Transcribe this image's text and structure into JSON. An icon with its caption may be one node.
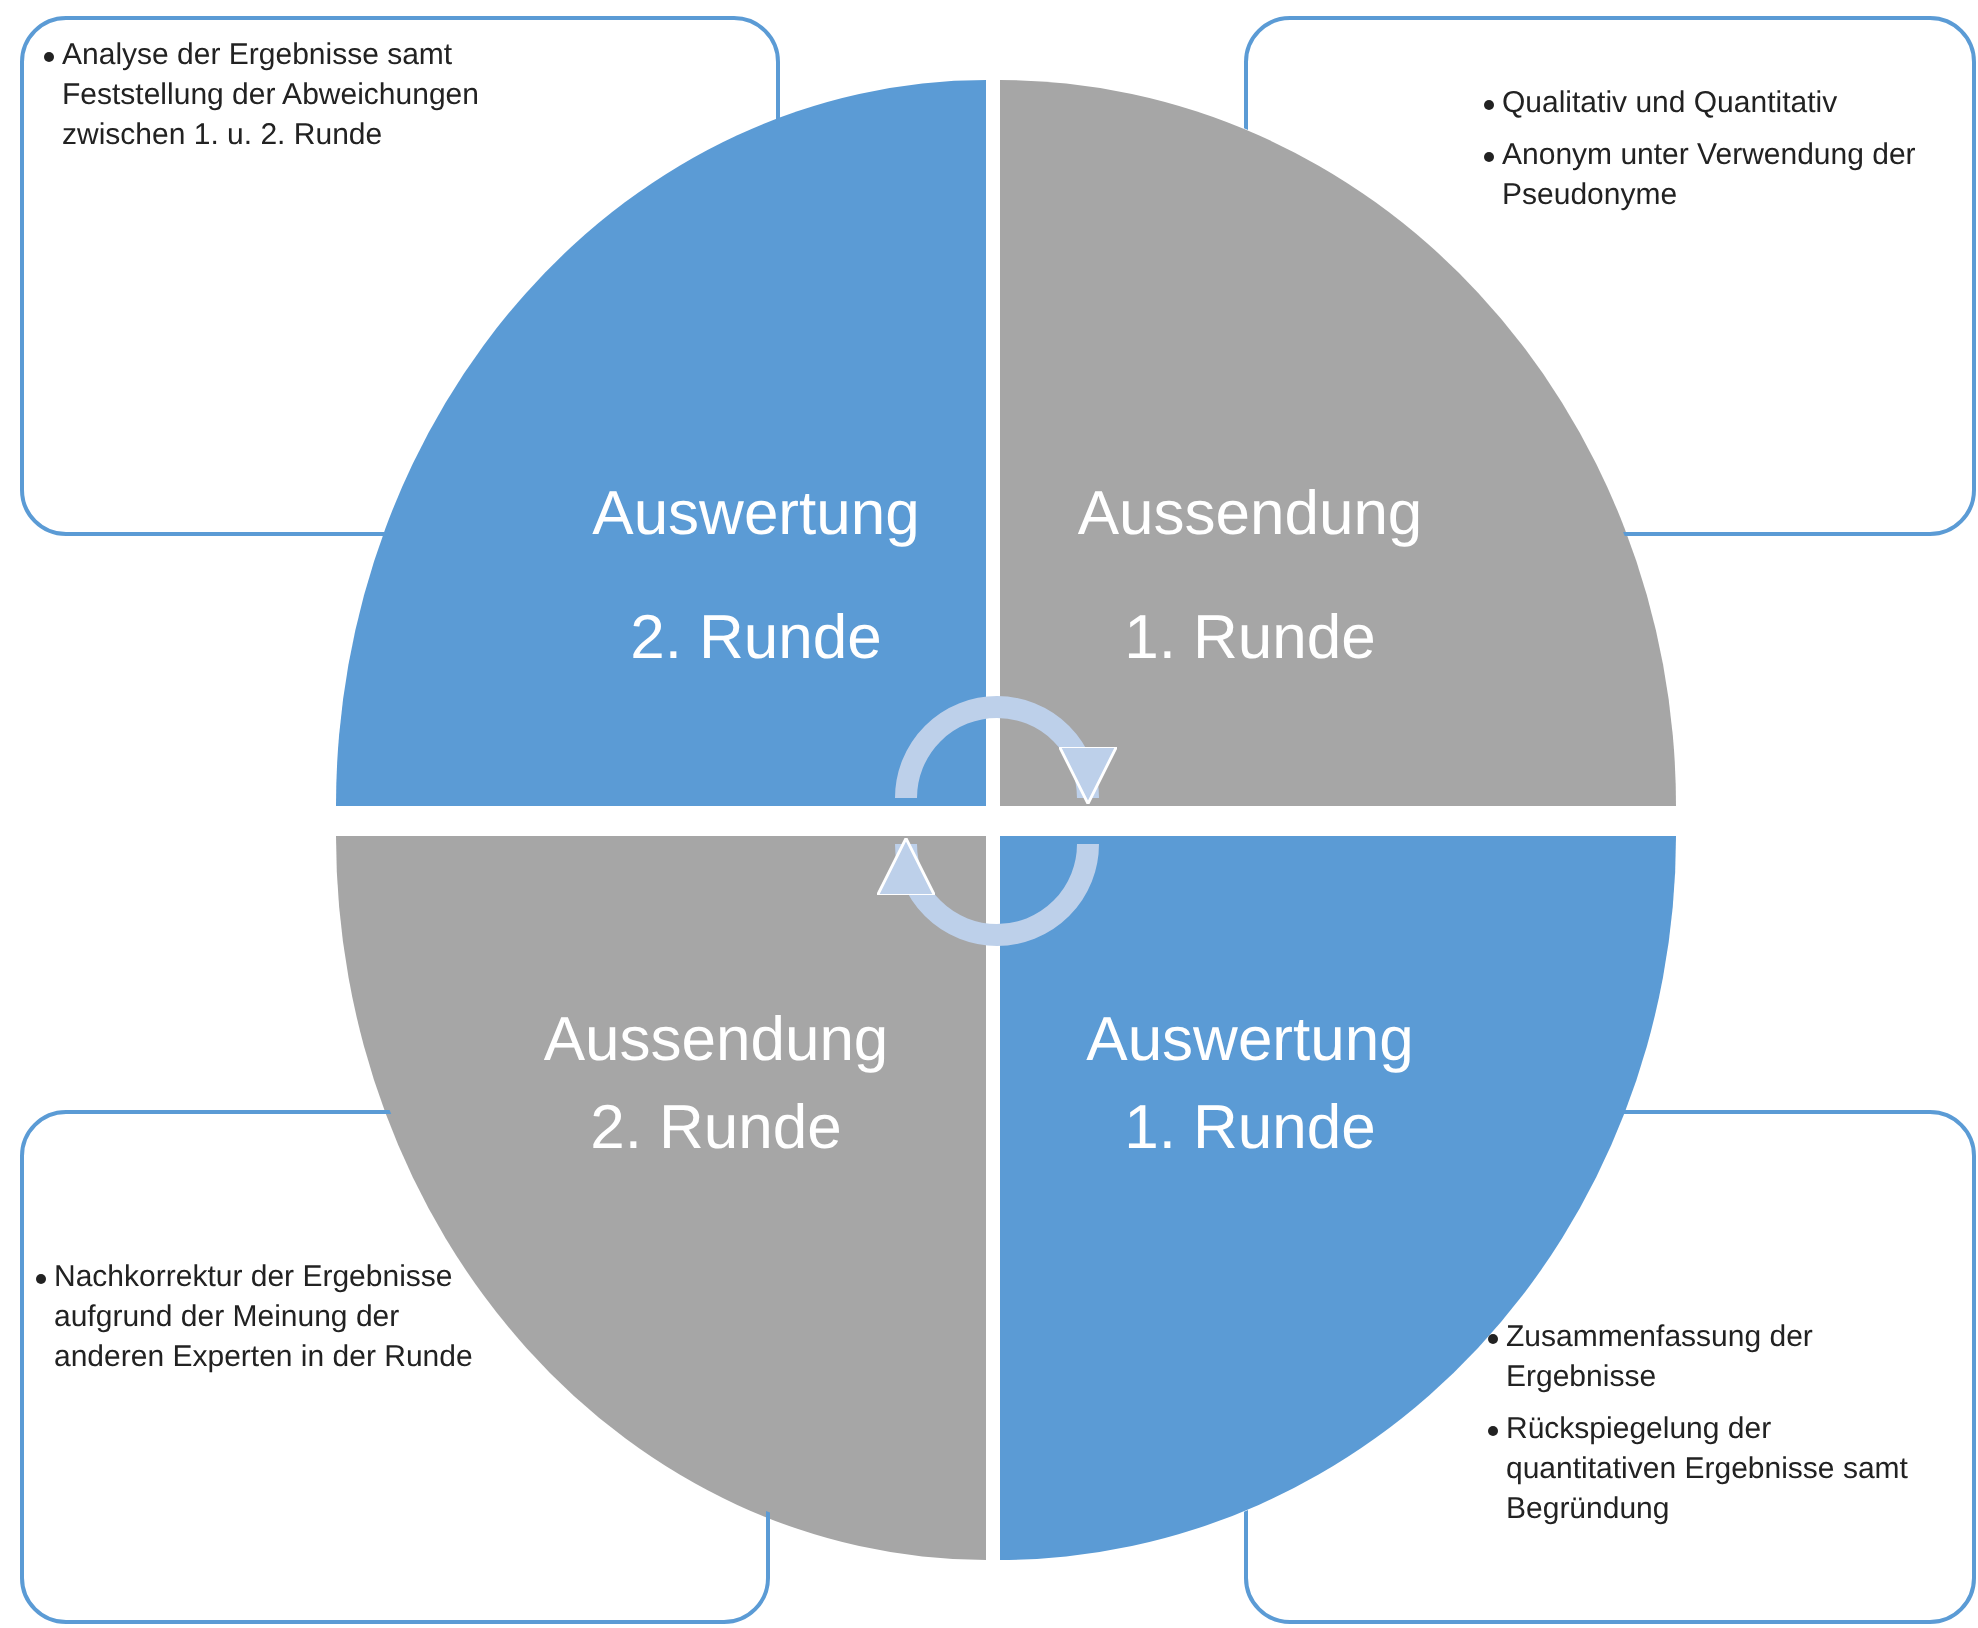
{
  "diagram": {
    "nodes": [
      {
        "text": [
          "Analyse der Ergebnisse samt Feststellung der Abweichungen zwischen 1. u. 2. Runde"
        ]
      },
      {
        "text": [
          "Qualitativ und Quantitativ",
          "Anonym unter Verwendung der Pseudonyme"
        ]
      },
      {
        "text": [
          "Auswertung 2. Runde"
        ]
      },
      {
        "text": [
          "Aussendung 1. Runde"
        ]
      },
      {
        "text": [
          "Aussendung 2. Runde"
        ]
      },
      {
        "text": [
          "Auswertung 1. Runde"
        ]
      },
      {
        "text": [
          "Nachkorrektur der Ergebnisse aufgrund der Meinung der anderen Experten in der Runde"
        ]
      },
      {
        "text": [
          "Zusammenfassung der Ergebnisse",
          "Rückspiegelung der quantitativen Ergebnisse samt Begründung"
        ]
      }
    ],
    "edges": [
      {
        "from": 2,
        "to": 3,
        "arrow": "to"
      },
      {
        "from": 5,
        "to": 4,
        "arrow": "to"
      }
    ]
  }
}
